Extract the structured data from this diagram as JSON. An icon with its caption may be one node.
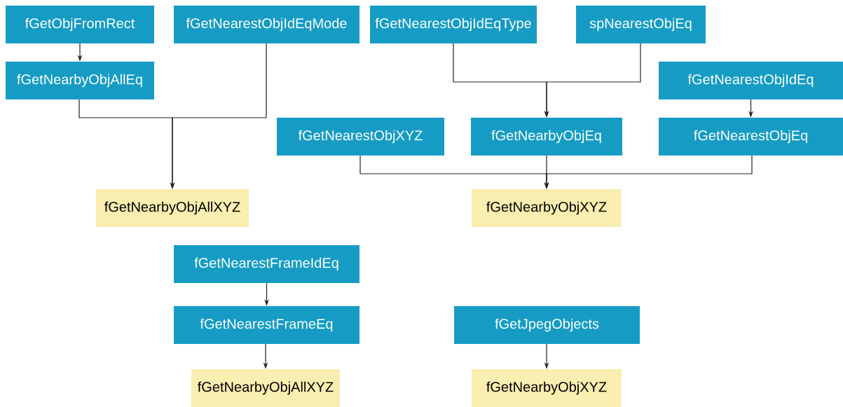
{
  "diagram": {
    "nodes": [
      {
        "text": [
          "fGetObjFromRect"
        ]
      },
      {
        "text": [
          "fGetNearestObjIdEqMode"
        ]
      },
      {
        "text": [
          "fGetNearestObjIdEqType"
        ]
      },
      {
        "text": [
          "spNearestObjEq"
        ]
      },
      {
        "text": [
          "fGetNearbyObjAllEq"
        ]
      },
      {
        "text": [
          "fGetNearestObjIdEq"
        ]
      },
      {
        "text": [
          "fGetNearestObjXYZ"
        ]
      },
      {
        "text": [
          "fGetNearbyObjEq"
        ]
      },
      {
        "text": [
          "fGetNearestObjEq"
        ]
      },
      {
        "text": [
          "fGetNearbyObjAllXYZ"
        ]
      },
      {
        "text": [
          "fGetNearbyObjXYZ"
        ]
      },
      {
        "text": [
          "fGetNearestFrameIdEq"
        ]
      },
      {
        "text": [
          "fGetNearestFrameEq"
        ]
      },
      {
        "text": [
          "fGetJpegObjects"
        ]
      },
      {
        "text": [
          "fGetNearbyObjAllXYZ"
        ]
      },
      {
        "text": [
          "fGetNearbyObjXYZ"
        ]
      }
    ],
    "edges": [
      {
        "from": 0,
        "to": 4,
        "arrow": "to"
      },
      {
        "from": 4,
        "to": 9,
        "arrow": "to"
      },
      {
        "from": 1,
        "to": 9,
        "arrow": "to"
      },
      {
        "from": 2,
        "to": 7,
        "arrow": "to"
      },
      {
        "from": 3,
        "to": 7,
        "arrow": "to"
      },
      {
        "from": 5,
        "to": 8,
        "arrow": "to"
      },
      {
        "from": 6,
        "to": 10,
        "arrow": "to"
      },
      {
        "from": 7,
        "to": 10,
        "arrow": "to"
      },
      {
        "from": 8,
        "to": 10,
        "arrow": "to"
      },
      {
        "from": 11,
        "to": 12,
        "arrow": "to"
      },
      {
        "from": 12,
        "to": 14,
        "arrow": "to"
      },
      {
        "from": 13,
        "to": 15,
        "arrow": "to"
      }
    ]
  }
}
